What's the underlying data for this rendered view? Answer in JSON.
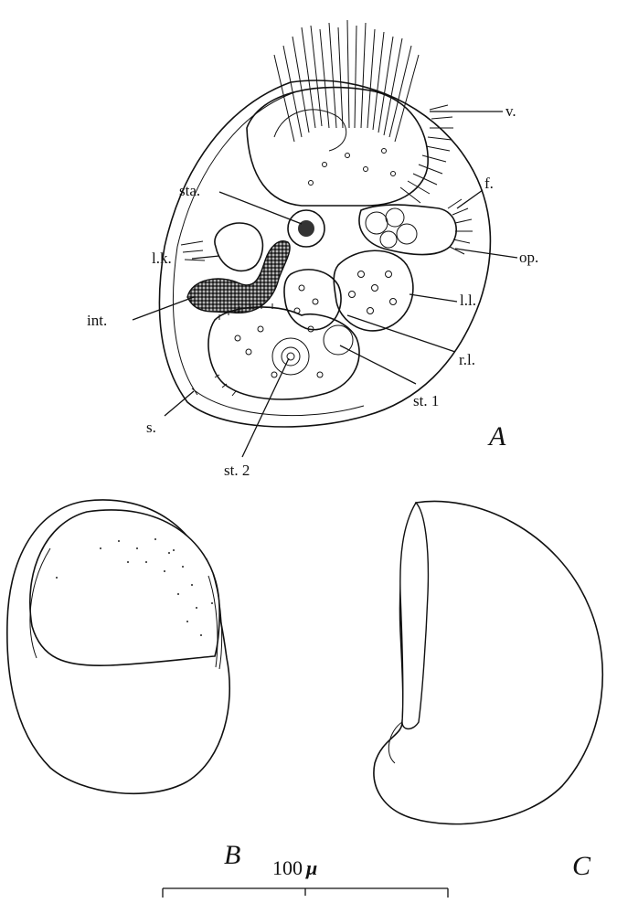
{
  "labels": {
    "v": "v.",
    "f": "f.",
    "op": "op.",
    "sta": "sta.",
    "lk": "l.k.",
    "int": "int.",
    "ll": "l.l.",
    "rl": "r.l.",
    "s": "s.",
    "st1": "st. 1",
    "st2": "st. 2"
  },
  "panels": {
    "a": "A",
    "b": "B",
    "c": "C"
  },
  "scale_bar": {
    "value": "100",
    "unit": "μ"
  }
}
